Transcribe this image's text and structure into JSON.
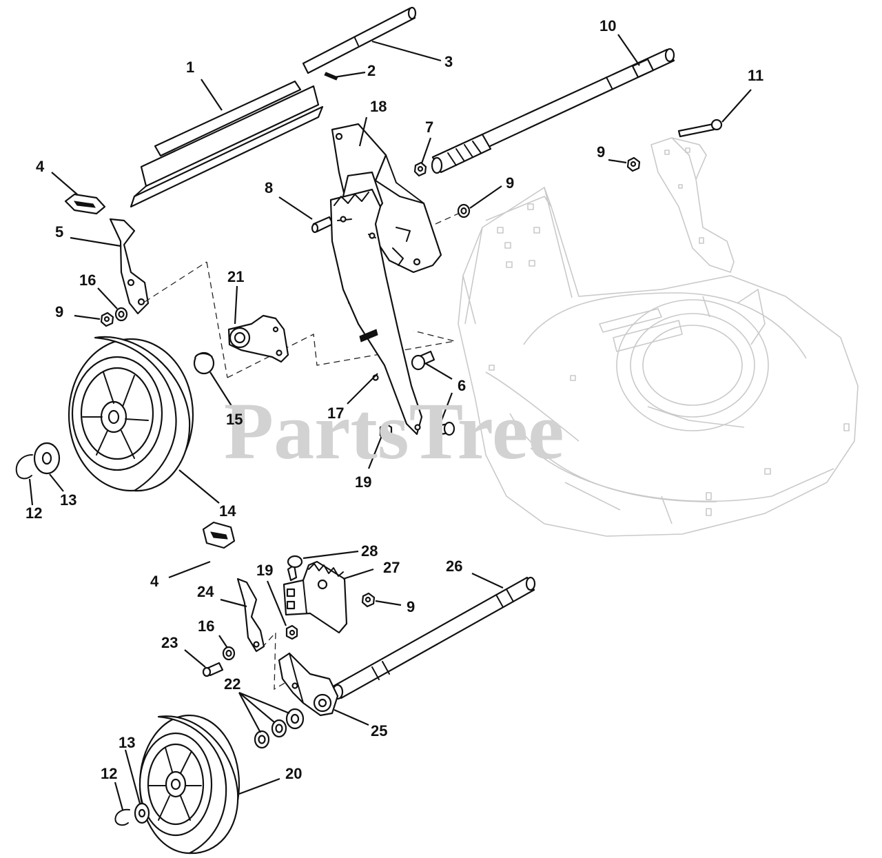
{
  "watermark": "PartsTree",
  "callouts": [
    {
      "id": "c1",
      "text": "1"
    },
    {
      "id": "c2",
      "text": "2"
    },
    {
      "id": "c3",
      "text": "3"
    },
    {
      "id": "c4a",
      "text": "4"
    },
    {
      "id": "c5",
      "text": "5"
    },
    {
      "id": "c6",
      "text": "6"
    },
    {
      "id": "c7",
      "text": "7"
    },
    {
      "id": "c8",
      "text": "8"
    },
    {
      "id": "c9a",
      "text": "9"
    },
    {
      "id": "c9b",
      "text": "9"
    },
    {
      "id": "c9c",
      "text": "9"
    },
    {
      "id": "c9d",
      "text": "9"
    },
    {
      "id": "c10",
      "text": "10"
    },
    {
      "id": "c11",
      "text": "11"
    },
    {
      "id": "c12a",
      "text": "12"
    },
    {
      "id": "c13a",
      "text": "13"
    },
    {
      "id": "c14",
      "text": "14"
    },
    {
      "id": "c15",
      "text": "15"
    },
    {
      "id": "c16a",
      "text": "16"
    },
    {
      "id": "c17",
      "text": "17"
    },
    {
      "id": "c18",
      "text": "18"
    },
    {
      "id": "c19a",
      "text": "19"
    },
    {
      "id": "c21",
      "text": "21"
    },
    {
      "id": "c4b",
      "text": "4"
    },
    {
      "id": "c19b",
      "text": "19"
    },
    {
      "id": "c24",
      "text": "24"
    },
    {
      "id": "c16b",
      "text": "16"
    },
    {
      "id": "c23",
      "text": "23"
    },
    {
      "id": "c22",
      "text": "22"
    },
    {
      "id": "c25",
      "text": "25"
    },
    {
      "id": "c26",
      "text": "26"
    },
    {
      "id": "c27",
      "text": "27"
    },
    {
      "id": "c28",
      "text": "28"
    },
    {
      "id": "c13b",
      "text": "13"
    },
    {
      "id": "c12b",
      "text": "12"
    },
    {
      "id": "c20",
      "text": "20"
    }
  ]
}
